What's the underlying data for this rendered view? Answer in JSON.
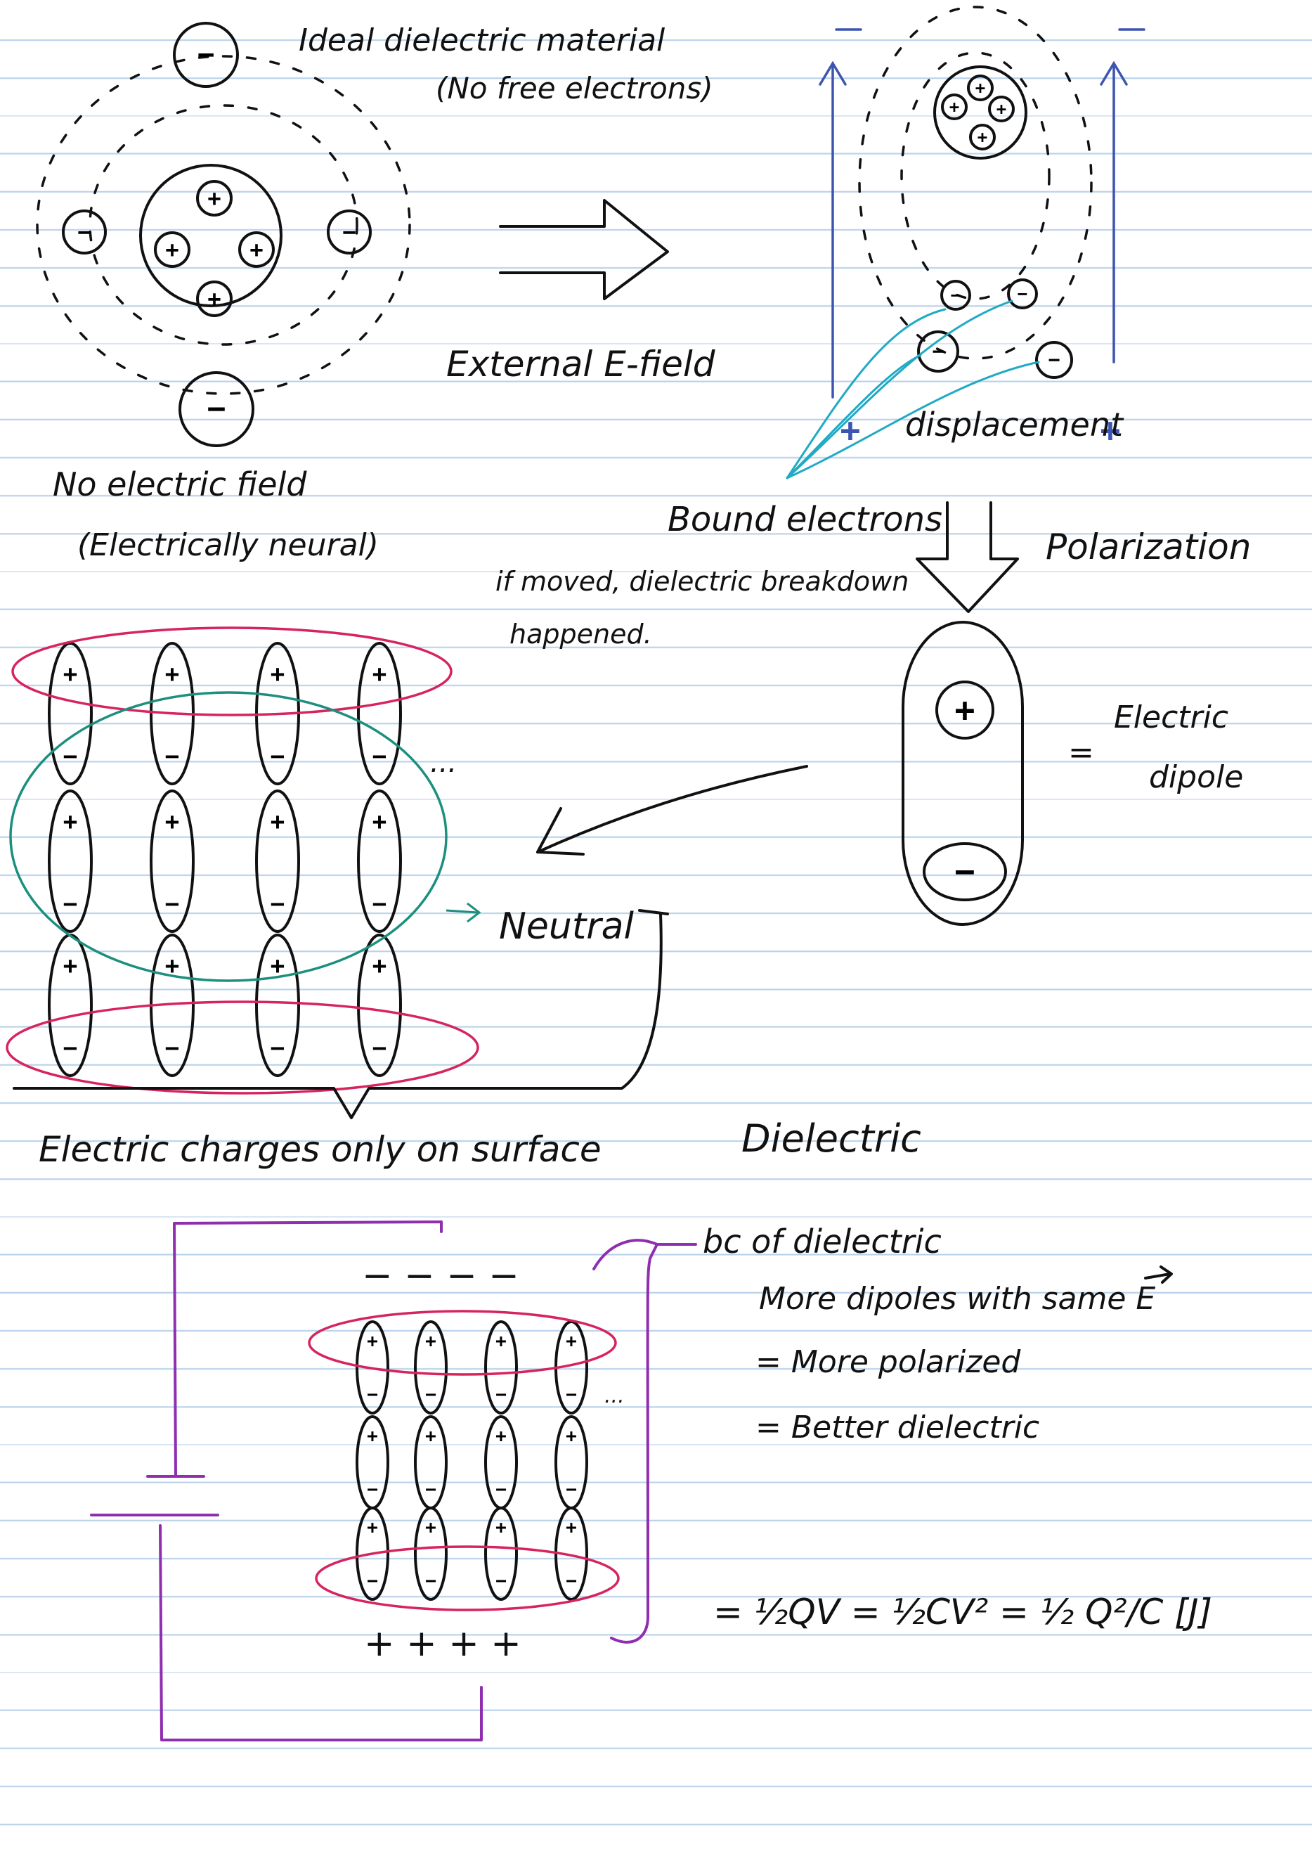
{
  "colors": {
    "ink": "#111111",
    "rule": "#b9d2ea",
    "field": "#3d54b0",
    "cyan": "#21aac4",
    "teal": "#1c8f7e",
    "magenta": "#d6245e",
    "purple": "#8f2fb0"
  },
  "atom": {
    "title_line1": "Ideal dielectric material",
    "title_line2": "(No free electrons)",
    "caption_line1": "No electric field",
    "caption_line2": "(Electrically neural)",
    "nucleus_symbol": "+",
    "electron_symbol": "−"
  },
  "transition": {
    "arrow_label": "External E-field"
  },
  "polarized_atom": {
    "minus_top_left": "−",
    "minus_top_right": "−",
    "plus_bottom_left": "+",
    "plus_bottom_right": "+",
    "displacement_label": "displacement",
    "bound_label": "Bound electrons",
    "note_line1": "if moved, dielectric breakdown",
    "note_line2": "happened."
  },
  "polarization": {
    "label": "Polarization",
    "equals": "=",
    "dipole_line1": "Electric",
    "dipole_line2": "dipole"
  },
  "dipole_array": {
    "ellipsis": "...",
    "neutral_label": "Neutral",
    "surface_label": "Electric charges only on surface",
    "dielectric_label": "Dielectric"
  },
  "capacitor": {
    "plate_top": "− − − −",
    "plate_bottom": "+ + + +",
    "ellipsis": "...",
    "note_bc": "bc of dielectric",
    "note_line1": "More dipoles with same E",
    "note_line2": "= More polarized",
    "note_line3": "= Better dielectric",
    "energy_formula": "= ½QV = ½CV² = ½ Q²/C [J]"
  }
}
